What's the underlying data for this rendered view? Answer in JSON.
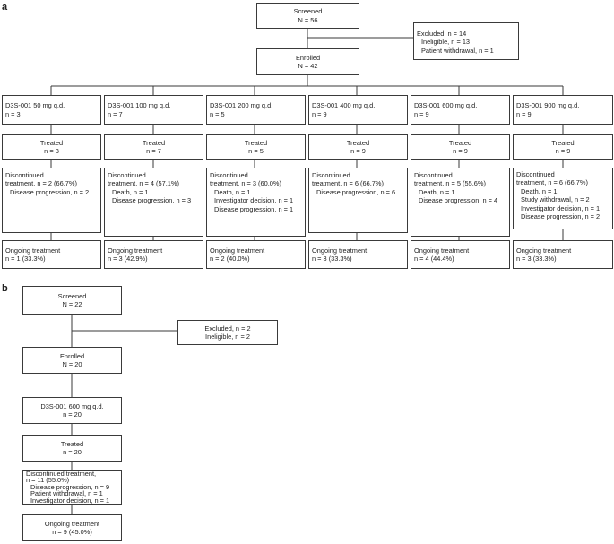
{
  "panel_a": {
    "label": "a",
    "screened": [
      "Screened",
      "N = 56"
    ],
    "excluded": [
      "Excluded, n = 14",
      "Ineligible, n = 13",
      "Patient withdrawal, n = 1"
    ],
    "enrolled": [
      "Enrolled",
      "N = 42"
    ],
    "arms": [
      {
        "dose": [
          "D3S-001 50 mg q.d.",
          "n = 3"
        ],
        "treated": [
          "Treated",
          "n = 3"
        ],
        "discontinued": [
          "Discontinued",
          "treatment, n = 2 (66.7%)",
          "Disease progression, n = 2"
        ],
        "ongoing": [
          "Ongoing treatment",
          "n = 1 (33.3%)"
        ]
      },
      {
        "dose": [
          "D3S-001 100 mg q.d.",
          "n = 7"
        ],
        "treated": [
          "Treated",
          "n = 7"
        ],
        "discontinued": [
          "Discontinued",
          "treatment, n = 4 (57.1%)",
          "Death, n = 1",
          "Disease progression, n = 3"
        ],
        "ongoing": [
          "Ongoing treatment",
          "n = 3 (42.9%)"
        ]
      },
      {
        "dose": [
          "D3S-001 200 mg q.d.",
          "n = 5"
        ],
        "treated": [
          "Treated",
          "n = 5"
        ],
        "discontinued": [
          "Discontinued",
          "treatment, n = 3 (60.0%)",
          "Death, n = 1",
          "Investigator decision, n = 1",
          "Disease progression, n = 1"
        ],
        "ongoing": [
          "Ongoing treatment",
          "n = 2 (40.0%)"
        ]
      },
      {
        "dose": [
          "D3S-001 400 mg q.d.",
          "n = 9"
        ],
        "treated": [
          "Treated",
          "n = 9"
        ],
        "discontinued": [
          "Discontinued",
          "treatment, n = 6 (66.7%)",
          "Disease progression, n = 6"
        ],
        "ongoing": [
          "Ongoing treatment",
          "n = 3 (33.3%)"
        ]
      },
      {
        "dose": [
          "D3S-001 600 mg q.d.",
          "n = 9"
        ],
        "treated": [
          "Treated",
          "n = 9"
        ],
        "discontinued": [
          "Discontinued",
          "treatment, n = 5 (55.6%)",
          "Death, n = 1",
          "Disease progression, n = 4"
        ],
        "ongoing": [
          "Ongoing treatment",
          "n = 4 (44.4%)"
        ]
      },
      {
        "dose": [
          "D3S-001 900 mg q.d.",
          "n = 9"
        ],
        "treated": [
          "Treated",
          "n = 9"
        ],
        "discontinued": [
          "Discontinued",
          "treatment, n = 6 (66.7%)",
          "Death, n = 1",
          "Study withdrawal, n = 2",
          "Investigator decision, n = 1",
          "Disease progression, n = 2"
        ],
        "ongoing": [
          "Ongoing treatment",
          "n = 3 (33.3%)"
        ]
      }
    ]
  },
  "panel_b": {
    "label": "b",
    "screened": [
      "Screened",
      "N = 22"
    ],
    "excluded": [
      "Excluded, n = 2",
      "Ineligible, n = 2"
    ],
    "enrolled": [
      "Enrolled",
      "N = 20"
    ],
    "dose": [
      "D3S-001 600 mg q.d.",
      "n = 20"
    ],
    "treated": [
      "Treated",
      "n = 20"
    ],
    "discontinued": [
      "Discontinued treatment,",
      "n = 11 (55.0%)",
      "Disease progression, n = 9",
      "Patient withdrawal, n = 1",
      "Investigator decision, n = 1"
    ],
    "ongoing": [
      "Ongoing treatment",
      "n = 9 (45.0%)"
    ]
  }
}
